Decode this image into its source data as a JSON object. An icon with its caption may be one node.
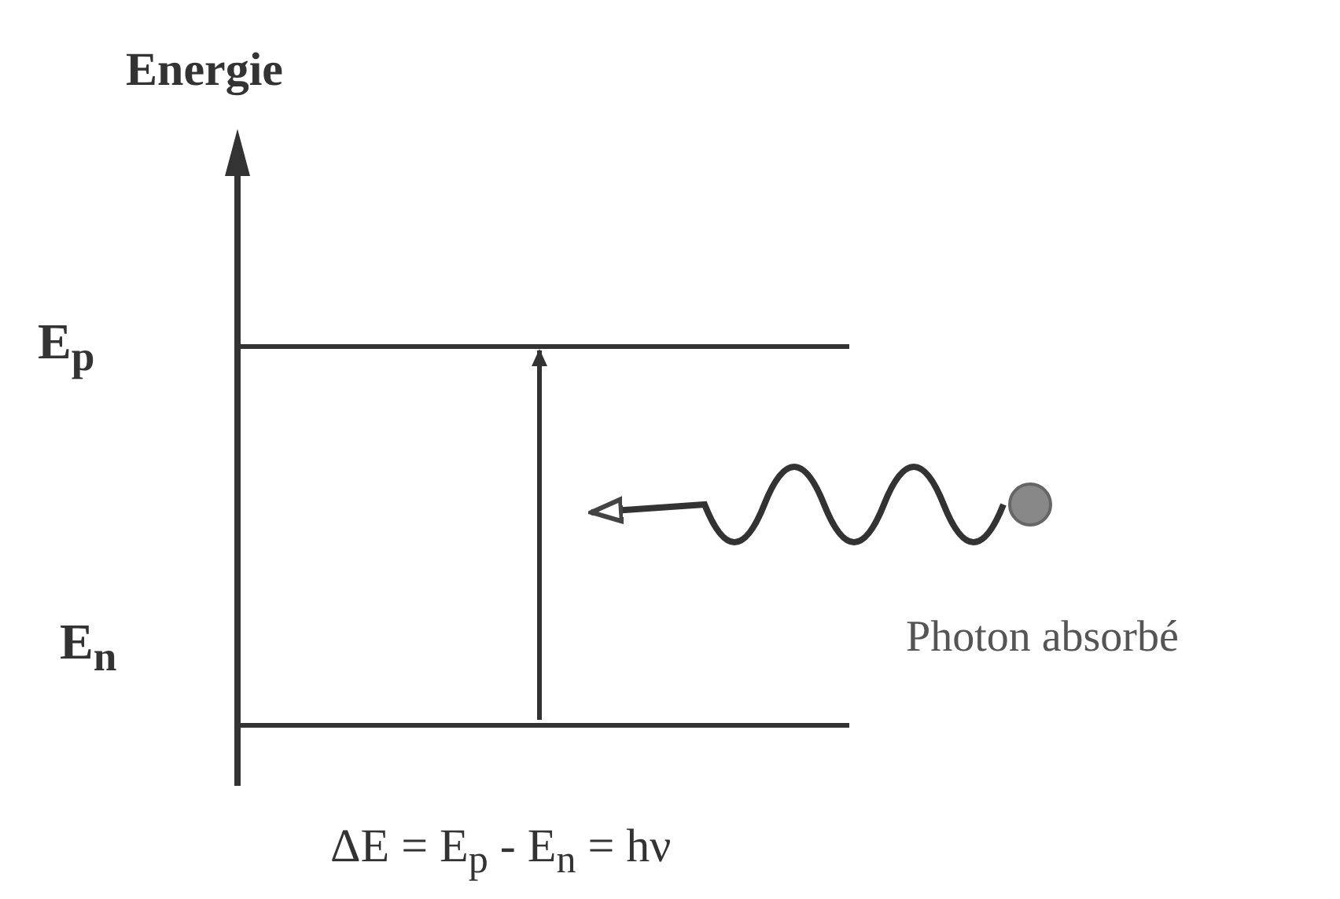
{
  "diagram": {
    "nodes": [
      {
        "text": [
          "E$_{p}$"
        ]
      },
      {
        "text": [
          "E$_{n}$"
        ]
      },
      {
        "text": [],
        "shape": "circle",
        "beside": [
          "Photon absorbé"
        ]
      }
    ],
    "edges": [
      {
        "from": 1,
        "to": 0,
        "arrow": "to"
      },
      {
        "from": 2,
        "to": null,
        "arrow": "to"
      }
    ],
    "labels": [
      "Energie",
      "ΔE = E$_{p}$ - E$_{n}$ = hν"
    ]
  }
}
